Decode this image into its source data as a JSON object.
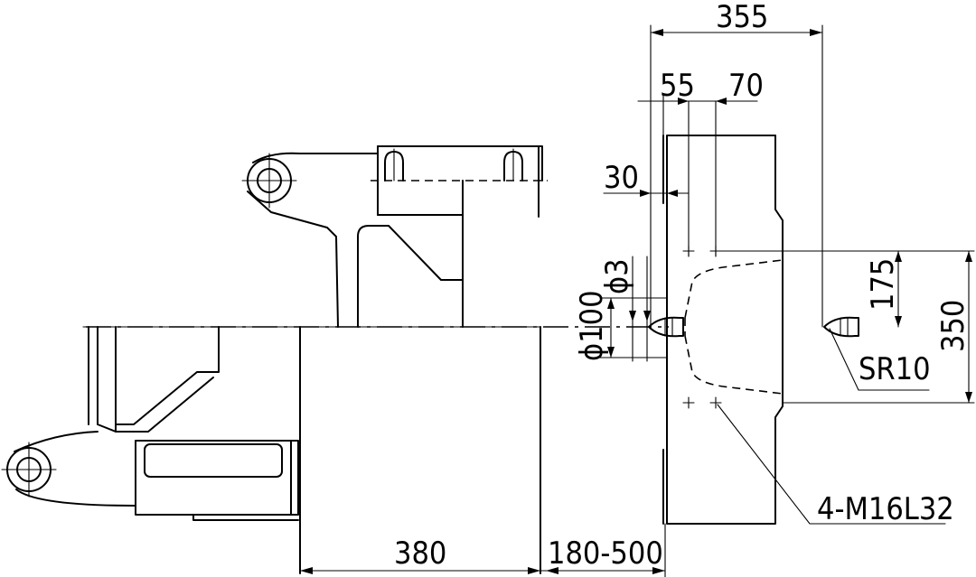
{
  "drawing": {
    "dimensions": {
      "top_width": "355",
      "offset_left": "55",
      "offset_right": "70",
      "depth": "30",
      "hole_dia": "ϕ3",
      "platen_dia": "ϕ100",
      "half_height": "175",
      "full_height": "350",
      "sphere_radius": "SR10",
      "bolt_spec": "4-M16L32",
      "bottom_left": "380",
      "bottom_range": "180-500"
    }
  }
}
